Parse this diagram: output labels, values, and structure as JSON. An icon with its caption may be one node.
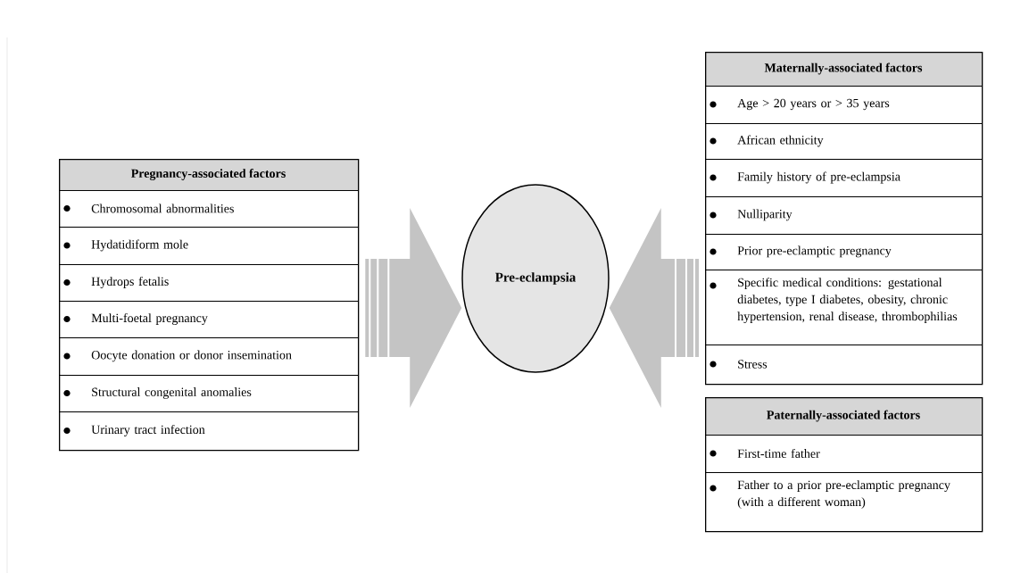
{
  "diagram": {
    "nodes": [
      {
        "text": [
          "Pregnancy-associated factors"
        ]
      },
      {
        "text": [
          "Chromosomal abnormalities"
        ],
        "in": 0
      },
      {
        "text": [
          "Hydatidiform mole"
        ],
        "in": 0
      },
      {
        "text": [
          "Hydrops fetalis"
        ],
        "in": 0
      },
      {
        "text": [
          "Multi-foetal pregnancy"
        ],
        "in": 0
      },
      {
        "text": [
          "Oocyte donation or donor insemination"
        ],
        "in": 0
      },
      {
        "text": [
          "Structural congenital anomalies"
        ],
        "in": 0
      },
      {
        "text": [
          "Urinary tract infection"
        ],
        "in": 0
      },
      {
        "text": [
          "Pre-eclampsia"
        ]
      },
      {
        "text": [
          "Maternally-associated factors"
        ]
      },
      {
        "text": [
          "Age > 20 years or > 35 years"
        ],
        "in": 9
      },
      {
        "text": [
          "African ethnicity"
        ],
        "in": 9
      },
      {
        "text": [
          "Family history of pre-eclampsia"
        ],
        "in": 9
      },
      {
        "text": [
          "Nulliparity"
        ],
        "in": 9
      },
      {
        "text": [
          "Prior pre-eclamptic pregnancy"
        ],
        "in": 9
      },
      {
        "text": [
          "Specific medical conditions: gestational diabetes, type I diabetes, obesity, chronic hypertension, renal disease, thrombophilias"
        ],
        "in": 9
      },
      {
        "text": [
          "Stress"
        ],
        "in": 9
      },
      {
        "text": [
          "Paternally-associated factors"
        ]
      },
      {
        "text": [
          "First-time father"
        ],
        "in": 17
      },
      {
        "text": [
          "Father to a prior pre-eclamptic pregnancy (with a different woman)"
        ],
        "in": 17
      }
    ],
    "edges": [
      {
        "from": 0,
        "to": 8,
        "arrow": "to",
        "style": "thick"
      },
      {
        "from": 9,
        "to": 8,
        "arrow": "to",
        "style": "thick"
      }
    ]
  }
}
